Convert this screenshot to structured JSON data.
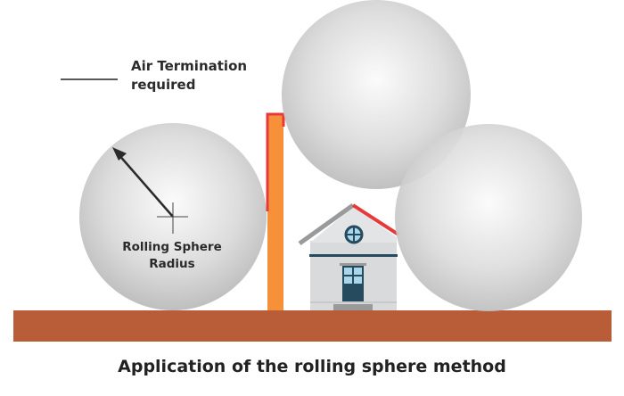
{
  "legend": {
    "line1": "Air Termination",
    "line2": "required"
  },
  "sphere_label": {
    "line1": "Rolling Sphere",
    "line2": "Radius"
  },
  "caption": "Application of the rolling sphere method",
  "colors": {
    "ground": "#b95c38",
    "mast": "#f6913a",
    "air_termination": "#e8393a",
    "sphere": "#d6d6d6",
    "house": "#d9dadb",
    "roof": "#9a9a9a",
    "door": "#264b5e"
  }
}
